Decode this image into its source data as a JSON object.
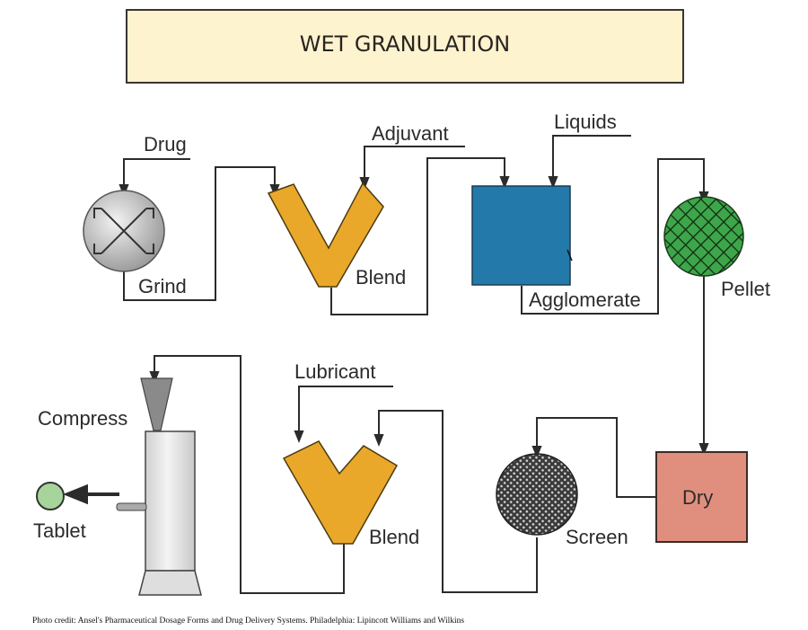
{
  "title": "WET GRANULATION",
  "colors": {
    "title_bg": "#fdf3cf",
    "blender": "#eaa82a",
    "agglomerator": "#2379a9",
    "pellet": "#3ea64a",
    "dryer": "#e08f7e",
    "screen": "#6b6b6b",
    "grinder": "#c8c8c8",
    "tablet": "#a6d49a",
    "press": "#e2e2e2"
  },
  "steps": [
    {
      "id": "grind",
      "label": "Grind",
      "input": "Drug",
      "icon": "grinder-icon"
    },
    {
      "id": "blend1",
      "label": "Blend",
      "input": "Adjuvant",
      "icon": "v-blender-icon"
    },
    {
      "id": "agglomerate",
      "label": "Agglomerate",
      "input": "Liquids",
      "icon": "agglomerator-icon"
    },
    {
      "id": "pellet",
      "label": "Pellet",
      "icon": "pellet-icon"
    },
    {
      "id": "dry",
      "label": "Dry",
      "icon": "dryer-icon"
    },
    {
      "id": "screen",
      "label": "Screen",
      "icon": "screen-icon"
    },
    {
      "id": "blend2",
      "label": "Blend",
      "input": "Lubricant",
      "icon": "v-blender-icon"
    },
    {
      "id": "compress",
      "label": "Compress",
      "icon": "tablet-press-icon"
    },
    {
      "id": "tablet",
      "label": "Tablet",
      "icon": "tablet-icon"
    }
  ],
  "credit": "Photo credit: Ansel's Pharmaceutical Dosage Forms and Drug Delivery Systems. Philadelphia: Lipincott Williams and Wilkins"
}
